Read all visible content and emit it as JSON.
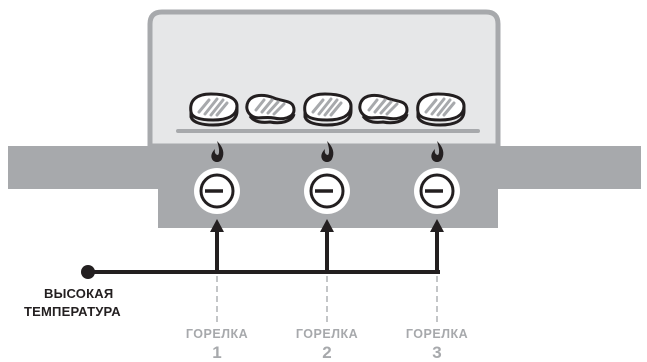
{
  "temperature_label_line1": "ВЫСОКАЯ",
  "temperature_label_line2": "ТЕМПЕРАТУРА",
  "burners": [
    {
      "word": "ГОРЕЛКА",
      "number": "1"
    },
    {
      "word": "ГОРЕЛКА",
      "number": "2"
    },
    {
      "word": "ГОРЕЛКА",
      "number": "3"
    }
  ],
  "steaks_count": 5,
  "colors": {
    "grill_body": "#a7a9ac",
    "lid_fill": "#e6e7e8",
    "outline": "#231f20",
    "wire": "#231f20",
    "dashed_guide": "#c4c6c8",
    "label_gray": "#a7a9ac"
  }
}
